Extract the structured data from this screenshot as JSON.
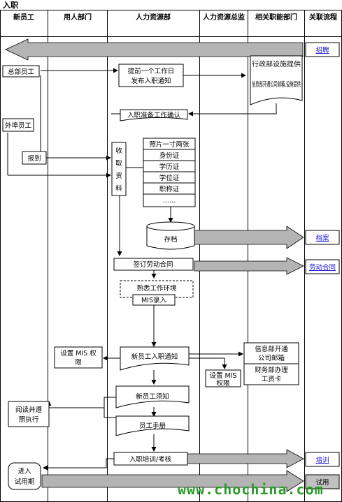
{
  "title": "入职",
  "columns": [
    "新员工",
    "用人部门",
    "人力资源部",
    "人力资源总监",
    "相关职能部门",
    "关联流程"
  ],
  "nodes": {
    "hq_staff": "总部员工",
    "ext_staff": "外埠员工",
    "report": "报到",
    "notify_lines": [
      "提前一个工作日",
      "发布入职通知"
    ],
    "admin_lines": [
      "行政部设施提供",
      "信息部开通公司邮箱,设施提供"
    ],
    "confirm": "入职准备工作确认",
    "collect_chars": [
      "收",
      "取",
      "资",
      "料"
    ],
    "docs": [
      "照片一寸两张",
      "身份证",
      "学历证",
      "学位证",
      "职称证",
      "……"
    ],
    "archive": "存档",
    "contract": "签订劳动合同",
    "familiar": "熟悉工作环境",
    "mis_entry": "MIS录入",
    "mis_left_lines": [
      "设置 MIS 权",
      "限"
    ],
    "welcome_doc": "新员工入职通知",
    "mis_right_lines": [
      "设置 MIS",
      "权限"
    ],
    "it_email_lines": [
      "信息部开通",
      "公司邮箱"
    ],
    "finance_lines": [
      "财务部办理",
      "工资卡"
    ],
    "newbie_guide": "新员工须知",
    "handbook": "员工手册",
    "read_lines": [
      "阅读并遵",
      "照执行"
    ],
    "training": "入职培训/考核",
    "probation_lines": [
      "进入",
      "试用期"
    ]
  },
  "links": {
    "recruit": "招聘",
    "archive": "档案",
    "contract": "劳动合同",
    "training": "培训",
    "probation": "试用"
  },
  "watermark": "www.chochina.com",
  "colors": {
    "arrow_fill": "#b4b4b4",
    "grid": "#000000",
    "link": "#1a1ad0",
    "watermark": "#2a9a2a"
  }
}
